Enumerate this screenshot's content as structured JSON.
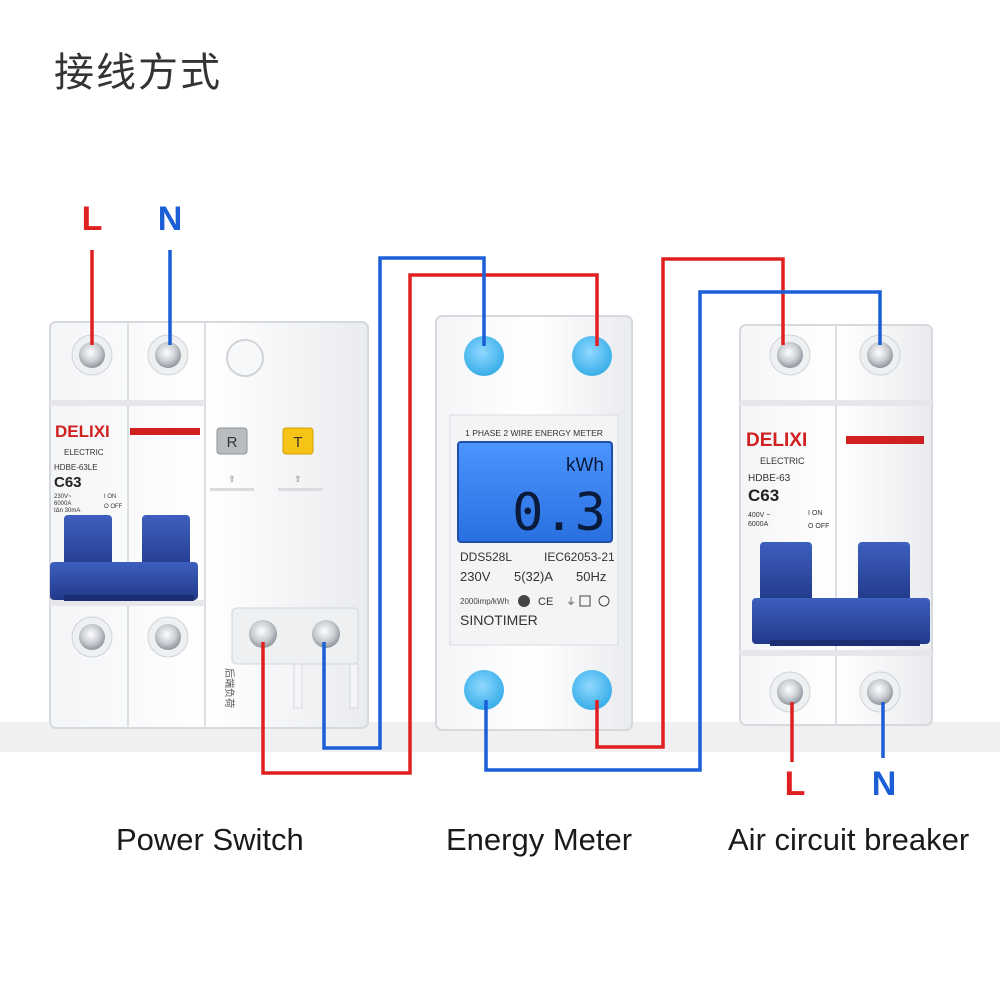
{
  "title": "接线方式",
  "input": {
    "l_label": "L",
    "n_label": "N"
  },
  "output": {
    "l_label": "L",
    "n_label": "N"
  },
  "colors": {
    "live": "#e02020",
    "neutral": "#1a5fd6",
    "lcd_bg": "#2f7ff0",
    "handle": "#2e4fa8"
  },
  "power_switch": {
    "caption": "Power Switch",
    "brand": "DELIXI",
    "sub": "ELECTRIC",
    "model": "HDBE-63LE",
    "rating": "C63",
    "specs": [
      "230V~",
      "6000A",
      "IΔn 30mA"
    ],
    "on_label": "I ON",
    "off_label": "O OFF",
    "button_r": "R",
    "button_t": "T",
    "vertical_note": "后端负荷"
  },
  "energy_meter": {
    "caption": "Energy Meter",
    "header": "1 PHASE 2 WIRE ENERGY METER",
    "unit": "kWh",
    "reading": "0.3",
    "model": "DDS528L",
    "standard": "IEC62053-21",
    "voltage": "230V",
    "current": "5(32)A",
    "frequency": "50Hz",
    "imp": "2000imp/kWh",
    "ce": "CE",
    "brand": "SINOTIMER"
  },
  "air_breaker": {
    "caption": "Air circuit breaker",
    "brand": "DELIXI",
    "sub": "ELECTRIC",
    "model": "HDBE-63",
    "rating": "C63",
    "specs": [
      "400V ~",
      "6000A"
    ],
    "on_label": "I ON",
    "off_label": "O OFF"
  }
}
